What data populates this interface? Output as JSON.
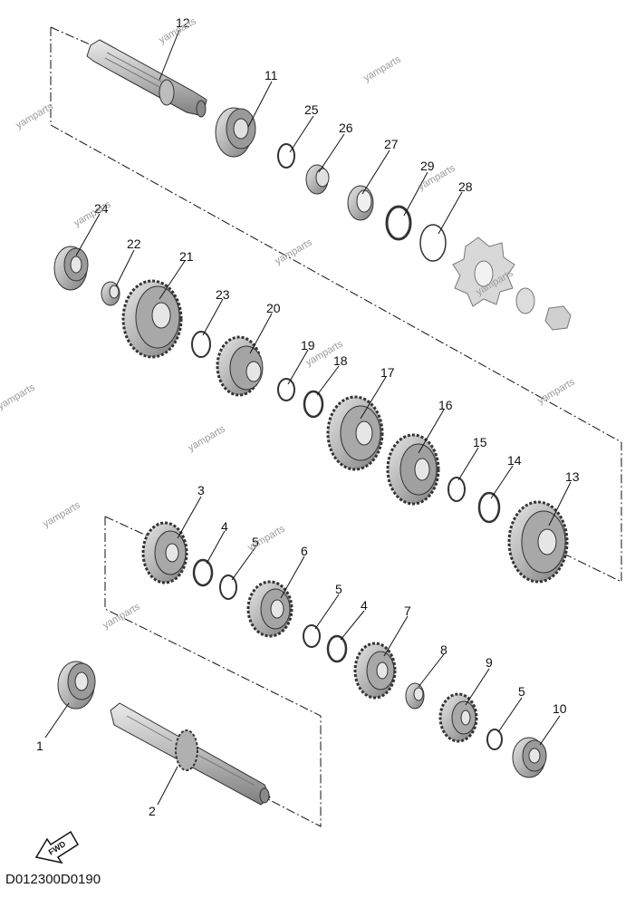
{
  "diagram_code": "D012300D0190",
  "watermark": "yamparts",
  "fwd_label": "FWD",
  "callouts": {
    "p1": "1",
    "p2": "2",
    "p3": "3",
    "p4a": "4",
    "p4b": "4",
    "p5a": "5",
    "p5b": "5",
    "p5c": "5",
    "p6": "6",
    "p7": "7",
    "p8": "8",
    "p9": "9",
    "p10": "10",
    "p11": "11",
    "p12": "12",
    "p13": "13",
    "p14": "14",
    "p15": "15",
    "p16": "16",
    "p17": "17",
    "p18": "18",
    "p19": "19",
    "p20": "20",
    "p21": "21",
    "p22": "22",
    "p23": "23",
    "p24": "24",
    "p25": "25",
    "p26": "26",
    "p27": "27",
    "p28": "28",
    "p29": "29"
  },
  "colors": {
    "part_fill": "#c8c8c8",
    "part_dark": "#7a7a7a",
    "line": "#111111",
    "watermark": "#9a9a9a"
  }
}
